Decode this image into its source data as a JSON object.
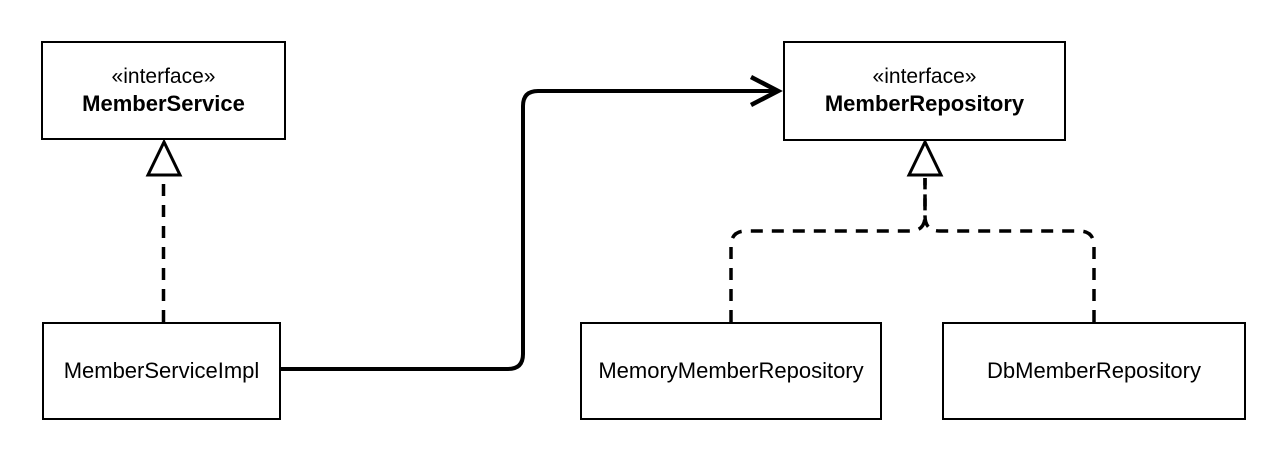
{
  "canvas": {
    "background_color": "#ffffff",
    "line_color": "#000000"
  },
  "nodes": {
    "member_service": {
      "stereotype": "«interface»",
      "name": "MemberService"
    },
    "member_repository": {
      "stereotype": "«interface»",
      "name": "MemberRepository"
    },
    "member_service_impl": {
      "name": "MemberServiceImpl"
    },
    "memory_member_repository": {
      "name": "MemoryMemberRepository"
    },
    "db_member_repository": {
      "name": "DbMemberRepository"
    }
  },
  "edges": [
    {
      "from": "MemberServiceImpl",
      "to": "MemberService",
      "type": "realization",
      "style": "dashed-line-hollow-triangle"
    },
    {
      "from": "MemberServiceImpl",
      "to": "MemberRepository",
      "type": "dependency",
      "style": "solid-line-open-arrow"
    },
    {
      "from": "MemoryMemberRepository",
      "to": "MemberRepository",
      "type": "realization",
      "style": "dashed-line-hollow-triangle"
    },
    {
      "from": "DbMemberRepository",
      "to": "MemberRepository",
      "type": "realization",
      "style": "dashed-line-hollow-triangle"
    }
  ]
}
